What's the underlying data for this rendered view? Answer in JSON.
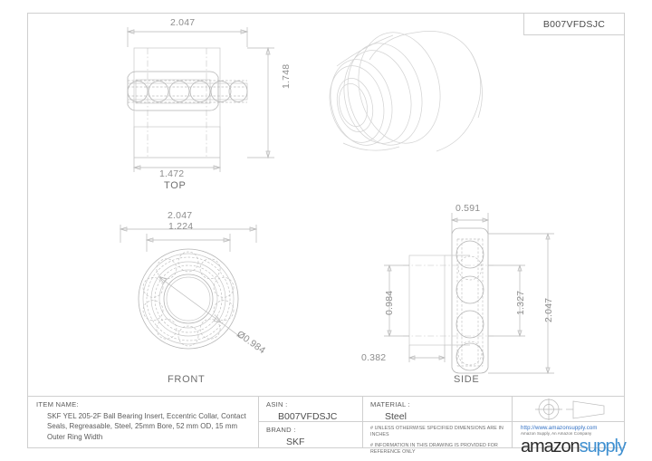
{
  "drawing": {
    "asin_title": "B007VFDSJC",
    "views": {
      "top": {
        "label": "TOP",
        "dims": {
          "width": "2.047",
          "height": "1.748",
          "inner_width": "1.472"
        }
      },
      "front": {
        "label": "FRONT",
        "dims": {
          "outer": "2.047",
          "inner": "1.224",
          "bore": "Ø0.984"
        }
      },
      "side": {
        "label": "SIDE",
        "dims": {
          "ring_width": "0.591",
          "collar_bore": "0.984",
          "collar_width": "0.382",
          "inner_dia": "1.327",
          "outer_dia": "2.047"
        }
      },
      "iso": {
        "label": ""
      }
    }
  },
  "title_block": {
    "item_name_label": "ITEM NAME:",
    "item_name_value": "SKF YEL 205-2F Ball Bearing Insert, Eccentric Collar, Contact Seals, Regreasable, Steel, 25mm Bore, 52 mm OD, 15 mm Outer Ring Width",
    "asin_label": "ASIN :",
    "asin_value": "B007VFDSJC",
    "brand_label": "BRAND :",
    "brand_value": "SKF",
    "material_label": "MATERIAL :",
    "material_value": "Steel",
    "note_1": "# UNLESS OTHERWISE SPECIFIED DIMENSIONS ARE IN INCHES",
    "note_2": "# INFORMATION IN THIS DRAWING IS PROVIDED FOR REFERENCE ONLY",
    "url": "http://www.amazonsupply.com",
    "tagline": "Amazon Supply, An Amazon Company",
    "logo_part1": "amazon",
    "logo_part2": "supply",
    "projection_symbol": "third-angle-projection"
  },
  "colors": {
    "line": "#b9b9b9",
    "text": "#5a5a5a",
    "dim_text": "#8d8d8d",
    "logo_blue": "#3e8fd0",
    "frame": "#cfcfcf"
  }
}
